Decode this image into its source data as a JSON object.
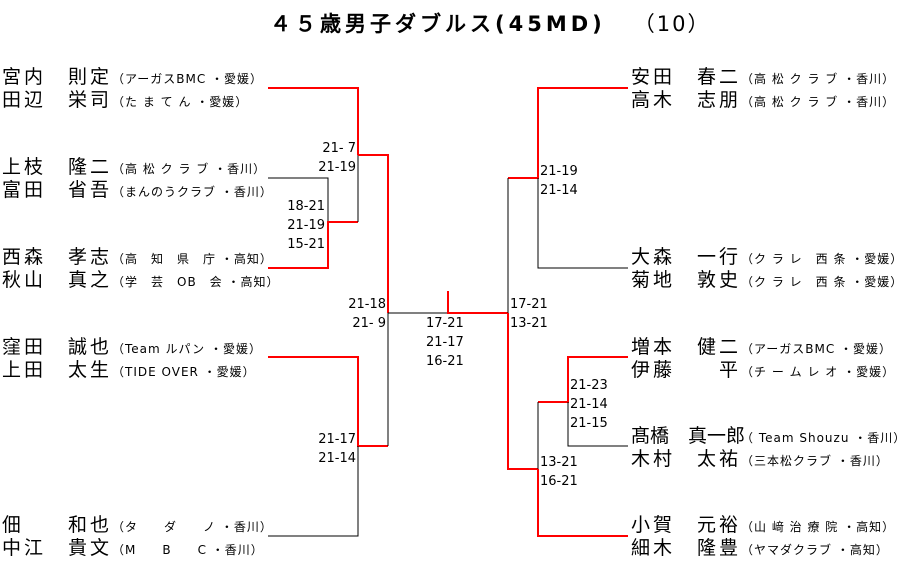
{
  "title": {
    "main": "４５歳男子ダブルス(45MD)",
    "sub": "（10）"
  },
  "colors": {
    "winner": "#ff0000",
    "loser": "#000000"
  },
  "left_teams": [
    {
      "players": [
        {
          "name": "宮内　則定",
          "club": "（アーガスBMC ・愛媛）"
        },
        {
          "name": "田辺　栄司",
          "club": "（た ま て ん ・愛媛）"
        }
      ],
      "winner": true
    },
    {
      "players": [
        {
          "name": "上枝　隆二",
          "club": "（高 松 ク ラ ブ ・香川）"
        },
        {
          "name": "富田　省吾",
          "club": "（まんのうクラブ ・香川）"
        }
      ],
      "winner": false
    },
    {
      "players": [
        {
          "name": "西森　孝志",
          "club": "（高　知　県　庁 ・高知）"
        },
        {
          "name": "秋山　真之",
          "club": "（学　芸　OB　会 ・高知）"
        }
      ],
      "winner": true
    },
    {
      "players": [
        {
          "name": "窪田　誠也",
          "club": "（Team ルパン ・愛媛）"
        },
        {
          "name": "上田　太生",
          "club": "（TIDE OVER ・愛媛）"
        }
      ],
      "winner": true
    },
    {
      "players": [
        {
          "name": "佃　　和也",
          "club": "（タ　　ダ　　ノ ・香川）"
        },
        {
          "name": "中江　貴文",
          "club": "（M　　B　　C ・香川）"
        }
      ],
      "winner": false
    }
  ],
  "right_teams": [
    {
      "players": [
        {
          "name": "安田　春二",
          "club": "（高 松 ク ラ ブ ・香川）"
        },
        {
          "name": "高木　志朋",
          "club": "（高 松 ク ラ ブ ・香川）"
        }
      ],
      "winner": true
    },
    {
      "players": [
        {
          "name": "大森　一行",
          "club": "（ク ラ レ　西 条 ・愛媛）"
        },
        {
          "name": "菊地　敦史",
          "club": "（ク ラ レ　西 条 ・愛媛）"
        }
      ],
      "winner": false
    },
    {
      "players": [
        {
          "name": "増本　健二",
          "club": "（アーガスBMC ・愛媛）"
        },
        {
          "name": "伊藤　　平",
          "club": "（チ ー ム レ オ ・愛媛）"
        }
      ],
      "winner": true
    },
    {
      "players": [
        {
          "name": "髙橋　真一郎",
          "club": "（ Team Shouzu ・香川）"
        },
        {
          "name": "木村　太祐",
          "club": "（三本松クラブ ・香川）"
        }
      ],
      "winner": false
    },
    {
      "players": [
        {
          "name": "小賀　元裕",
          "club": "（山 﨑 治 療 院 ・高知）"
        },
        {
          "name": "細木　隆豊",
          "club": "（ヤマダクラブ ・高知）"
        }
      ],
      "winner": true
    }
  ],
  "scores": {
    "left_r1_a": "21- 7\n21-19",
    "left_r1_b": "18-21\n21-19\n15-21",
    "left_r1_c": "21-17\n21-14",
    "left_semi": "21-18\n21- 9",
    "final": "17-21\n21-17\n16-21",
    "right_semi": "17-21\n13-21",
    "right_r1_a": "21-19\n21-14",
    "right_r1_b": "21-23\n21-14\n21-15",
    "right_r1_c": "13-21\n16-21"
  }
}
